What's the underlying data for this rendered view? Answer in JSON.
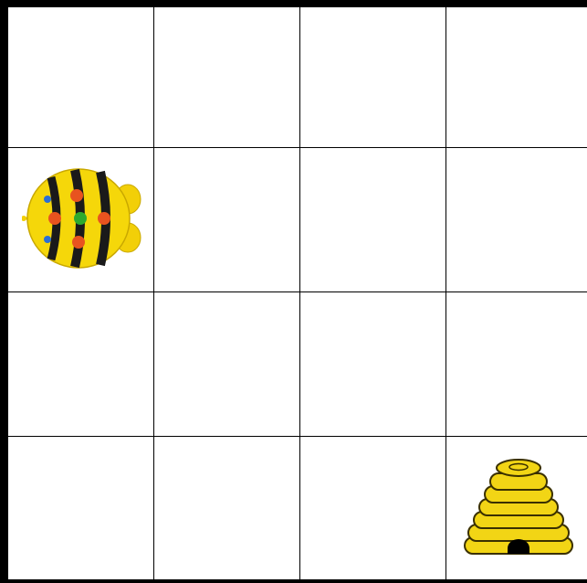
{
  "board": {
    "rows": 4,
    "cols": 4,
    "line_color": "#000000",
    "background": "#ffffff"
  },
  "pieces": {
    "bee_bot": {
      "icon": "bee-bot-icon",
      "row": 2,
      "col": 1,
      "facing": "left",
      "body_color": "#f5d70a",
      "stripe_color": "#1a1a1a"
    },
    "beehive": {
      "icon": "beehive-icon",
      "row": 4,
      "col": 4,
      "color": "#f2d515"
    }
  }
}
